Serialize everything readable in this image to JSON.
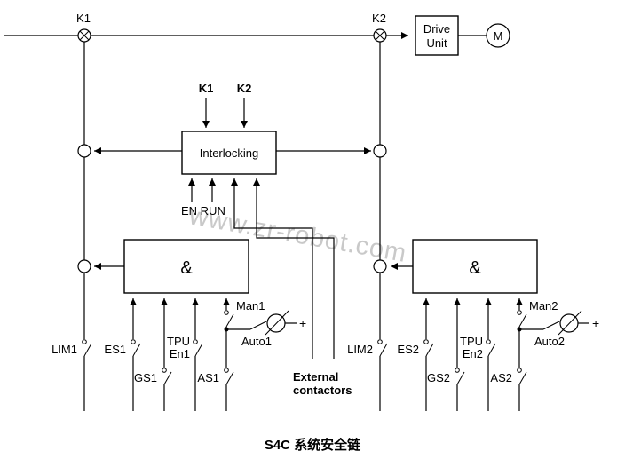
{
  "title": "S4C 系统安全链",
  "watermark": "www.zr-robot.com",
  "top_rail": {
    "k1_label": "K1",
    "k2_label": "K2",
    "drive_unit_line1": "Drive",
    "drive_unit_line2": "Unit",
    "motor_label": "M"
  },
  "interlocking": {
    "title": "Interlocking",
    "k1_input_label": "K1",
    "k2_input_label": "K2",
    "en_run_label": "EN RUN"
  },
  "external_contactors": {
    "line1": "External",
    "line2": "contactors"
  },
  "left_chain": {
    "gate_label": "&",
    "lim_label": "LIM1",
    "es_label": "ES1",
    "tpu_label_line1": "TPU",
    "tpu_label_line2": "En1",
    "gs_label": "GS1",
    "as_label": "AS1",
    "man_label": "Man1",
    "auto_label": "Auto1",
    "plus_label": "+"
  },
  "right_chain": {
    "gate_label": "&",
    "lim_label": "LIM2",
    "es_label": "ES2",
    "tpu_label_line1": "TPU",
    "tpu_label_line2": "En2",
    "gs_label": "GS2",
    "as_label": "AS2",
    "man_label": "Man2",
    "auto_label": "Auto2",
    "plus_label": "+"
  },
  "colors": {
    "line": "#000000",
    "watermark": "#c9c9c9",
    "background": "#ffffff"
  }
}
